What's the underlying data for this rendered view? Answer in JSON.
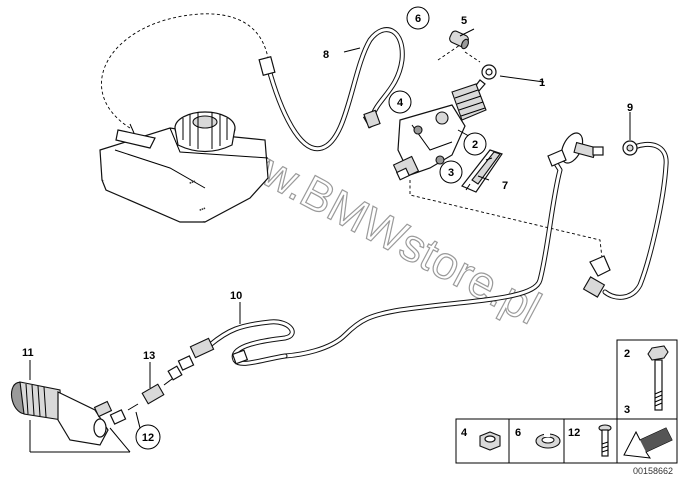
{
  "diagram": {
    "watermark": "www.BMWstore.pl",
    "document_number": "00158662",
    "callouts": [
      "1",
      "2",
      "3",
      "4",
      "5",
      "6",
      "7",
      "8",
      "9",
      "10",
      "11",
      "12",
      "13"
    ],
    "legend": {
      "bolt_box": {
        "label_top": "2",
        "label_bottom": "3"
      },
      "cells": [
        {
          "label": "4",
          "item": "hex-nut"
        },
        {
          "label": "6",
          "item": "circlip"
        },
        {
          "label": "12",
          "item": "screw"
        }
      ]
    }
  }
}
